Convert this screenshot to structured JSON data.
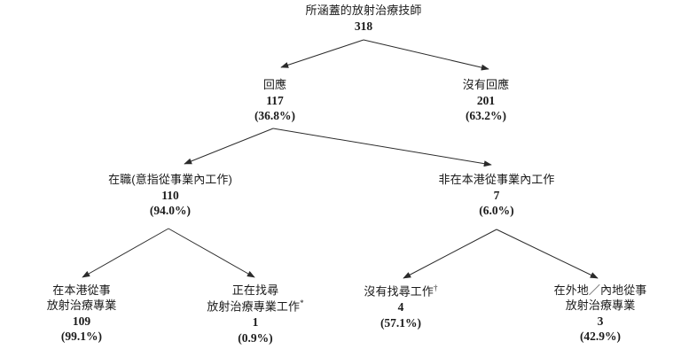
{
  "diagram": {
    "type": "flowchart",
    "orientation": "top-down",
    "background_color": "#ffffff",
    "line_color": "#2b2b2b",
    "text_color": "#1a1a1a"
  },
  "nodes": {
    "root": {
      "label": "所涵蓋的放射治療技師",
      "count": "318",
      "percent": ""
    },
    "responded": {
      "label": "回應",
      "count": "117",
      "percent": "(36.8%)"
    },
    "no_response": {
      "label": "沒有回應",
      "count": "201",
      "percent": "(63.2%)"
    },
    "employed_in_profession": {
      "label": "在職(意指從事業內工作)",
      "count": "110",
      "percent": "(94.0%)"
    },
    "not_in_hk_profession": {
      "label": "非在本港從事業內工作",
      "count": "7",
      "percent": "(6.0%)"
    },
    "working_in_hk": {
      "label_line1": "在本港從事",
      "label_line2": "放射治療專業",
      "count": "109",
      "percent": "(99.1%)"
    },
    "seeking_work": {
      "label_line1": "正在找尋",
      "label_line2": "放射治療專業工作",
      "label_line2_marker": "*",
      "count": "1",
      "percent": "(0.9%)"
    },
    "not_seeking_work": {
      "label_line1": "沒有找尋工作",
      "label_line1_marker": "†",
      "count": "4",
      "percent": "(57.1%)"
    },
    "working_overseas_mainland": {
      "label_line1": "在外地／內地從事",
      "label_line2": "放射治療專業",
      "count": "3",
      "percent": "(42.9%)"
    }
  },
  "edges": [
    {
      "from": "root",
      "to": "responded"
    },
    {
      "from": "root",
      "to": "no_response"
    },
    {
      "from": "responded",
      "to": "employed_in_profession"
    },
    {
      "from": "responded",
      "to": "not_in_hk_profession"
    },
    {
      "from": "employed_in_profession",
      "to": "working_in_hk"
    },
    {
      "from": "employed_in_profession",
      "to": "seeking_work"
    },
    {
      "from": "not_in_hk_profession",
      "to": "not_seeking_work"
    },
    {
      "from": "not_in_hk_profession",
      "to": "working_overseas_mainland"
    }
  ]
}
